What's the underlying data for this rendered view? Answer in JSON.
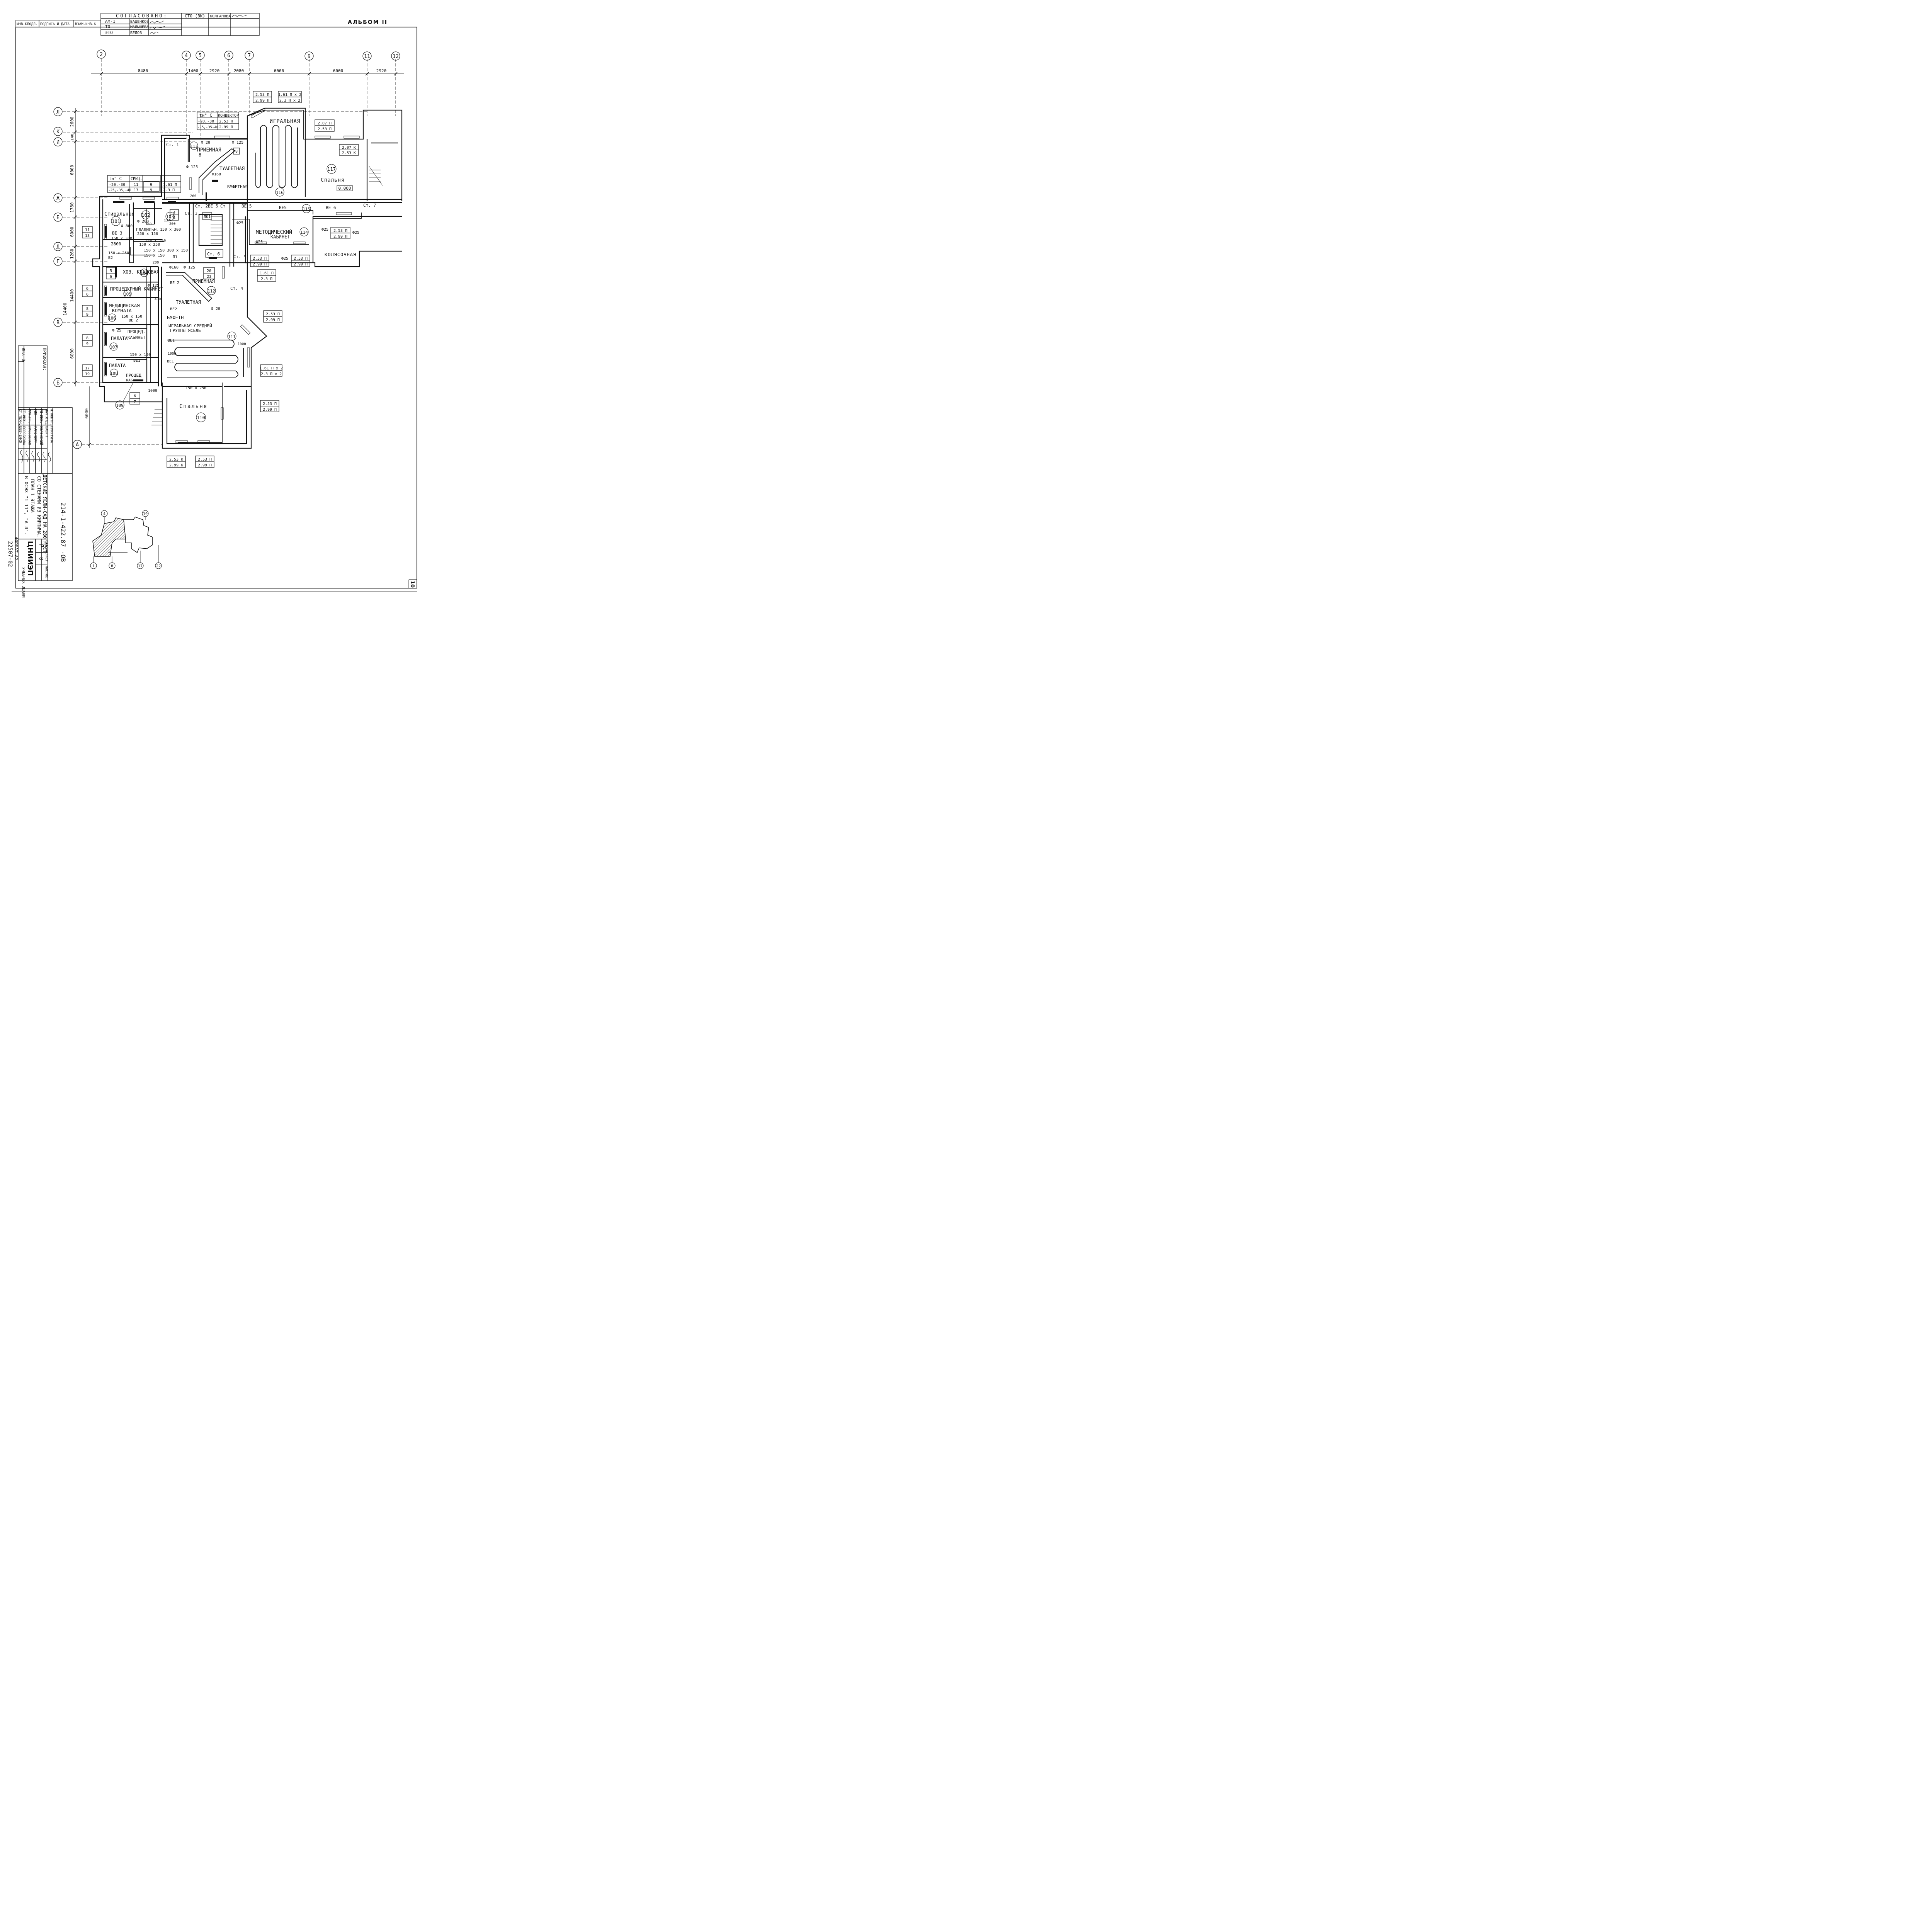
{
  "album": "АЛЬБОМ II",
  "approval": {
    "heading": "СОГЛАСОВАНО:",
    "std": "СТО (ВК)",
    "std_name": "КОЛГАНОВА",
    "rows": [
      {
        "dept": "АМ-1",
        "name": "БАШЕНКОВ"
      },
      {
        "dept": "ТО",
        "name": "МАЛЫШЕВА"
      },
      {
        "dept": "ЭТО",
        "name": "БЕЛОВ"
      }
    ],
    "left_labels": [
      "ИНВ.№ПОДЛ.",
      "ПОДПИСЬ И ДАТА",
      "ВЗАМ.ИНВ.№"
    ]
  },
  "axes_top": [
    "2",
    "4",
    "5",
    "6",
    "7",
    "9",
    "11",
    "12"
  ],
  "dims_top": [
    "8480",
    "1400",
    "2920",
    "2080",
    "6000",
    "6000",
    "2920"
  ],
  "axes_left": [
    "Л",
    "К",
    "И",
    "Ж",
    "Е",
    "Д",
    "Г",
    "В",
    "Б",
    "А"
  ],
  "dims_left": [
    "2600",
    "140",
    "6000",
    "1780",
    "6000",
    "1260",
    "14400",
    "6000",
    "6000"
  ],
  "rooms": {
    "r101": "Стиральная",
    "n101": "101",
    "r102": "102",
    "r103": "103",
    "r104": "ХОЗ. КЛАДОВАЯ",
    "n104": "104",
    "r105": "ПРОЦЕДУРНЫЙ КАБИНЕТ",
    "n105": "105",
    "r106a": "МЕДИЦИНСКАЯ",
    "r106b": "КОМНАТА",
    "n106": "106",
    "r107": "ПАЛАТА",
    "n107": "107",
    "r107b": "ПРОЦЕД.",
    "r107c": "КАБИНЕТ",
    "r108": "ПАЛАТА",
    "n108": "108",
    "r108b": "ПРОЦЕД",
    "r108c": "КАБ.",
    "n109": "109",
    "r110": "Спальня",
    "n110": "110",
    "n111": "111",
    "r112": "ПРИЕМНАЯ",
    "n112": "112",
    "r112b": "ТУАЛЕТНАЯ",
    "r112c": "БУФЕТН",
    "r112d": "ИГРАЛЬНАЯ СРЕДНЕЙ",
    "r112e": "ГРУППЫ ЯСЕЛЬ",
    "r113": "ПРИЕМНАЯ",
    "n113": "113",
    "r113b": "8",
    "r113c": "ТУАЛЕТНАЯ",
    "r113d": "БУФЕТНАЯ",
    "r114a": "МЕТОДИЧЕСКИЙ",
    "r114b": "КАБИНЕТ",
    "n114": "114",
    "n115": "115",
    "n116": "116",
    "r116": "ИГРАЛЬНАЯ",
    "r117": "Спальня",
    "n117": "117",
    "elev": "0.000",
    "r118": "КОЛЯСОЧНАЯ",
    "glad": "ГЛАДИЛЬН.",
    "lk": "ЛК1",
    "st6": "Ст. 6"
  },
  "risers": [
    "Ст. 1",
    "Ст. 2",
    "Ст. 3",
    "Ст. 4",
    "Ст. 5",
    "Ст. 7",
    "Ст"
  ],
  "vents": [
    "ВЕ 3",
    "ВЕ 5",
    "ВЕ 5",
    "ВЕ 6",
    "ВЕ5",
    "ВЕ 2",
    "ВЕ2",
    "ВЕ 2",
    "ВЕ1",
    "ВЕ1",
    "ВЕ1",
    "В2",
    "П1"
  ],
  "ducts": [
    "Ф 20",
    "Ф 125",
    "Ф 125",
    "Ф160",
    "Ф 800",
    "Ф 200",
    "Ф25",
    "Ф25",
    "Ф25",
    "Ф25",
    "Ф25",
    "Ф160",
    "Ф 125",
    "Ф 125",
    "Ф 20",
    "Ф 25",
    "150 х 300",
    "150 х 300",
    "150 х 150",
    "150 х 150",
    "150 х 250",
    "150 х 250",
    "150 х 150",
    "150 х 150",
    "300 х 150",
    "250 х 150",
    "150 х 150",
    "150 х 250",
    "2800",
    "1000",
    "1000",
    "1000",
    "400",
    "200",
    "200",
    "200",
    "760",
    "137"
  ],
  "temp_table": {
    "h1": "tн° С",
    "h2": "КОНВЕКТОР",
    "rows": [
      [
        "-20,-30",
        "2.53 П"
      ],
      [
        "-25,-35-40",
        "2.99 П"
      ]
    ]
  },
  "sect_table": {
    "h1": "tн° С",
    "h2": "СЕКЦ.",
    "rows": [
      [
        "-20,-30",
        "11",
        "9",
        "1.61 П"
      ],
      [
        "-25,-35,-40",
        "13",
        "9",
        "2.3 П"
      ]
    ]
  },
  "heaters": [
    [
      "2.53 П",
      "2.99 П"
    ],
    [
      "1.61 П х 2",
      "2.3 П х 2"
    ],
    [
      "2.07 П",
      "2.53 П"
    ],
    [
      "2.07 К",
      "2.53 К"
    ],
    [
      "2.53 П",
      "2.99 П"
    ],
    [
      "2.53 П",
      "2.99 П"
    ],
    [
      "2.53 П",
      "2.99 П"
    ],
    [
      "1.61 П",
      "2.3 П"
    ],
    [
      "2.53 П",
      "2.99 П"
    ],
    [
      "1.61 П х 2",
      "2.3 П х 2"
    ],
    [
      "2.53 П",
      "2.99 П"
    ],
    [
      "2.53 К",
      "2.99 К"
    ],
    [
      "2.53 П",
      "2.99 П"
    ],
    [
      "11",
      "13"
    ],
    [
      "6",
      "6"
    ],
    [
      "8",
      "9"
    ],
    [
      "8",
      "9"
    ],
    [
      "17",
      "19"
    ],
    [
      "5",
      "6"
    ],
    [
      "6",
      "7"
    ],
    [
      "20",
      "23"
    ],
    [
      "4",
      "4"
    ],
    [
      "8",
      "8"
    ]
  ],
  "stamp": {
    "binding": "ПРИВЯЗАН:",
    "inv": "ИНВ. №",
    "roles": [
      "Н.КОНТР.",
      "НАЧ.ОТД.",
      "ГЛ.ИНЖ.",
      "ГИП",
      "РУК.ГР.",
      "СТ.ИНЖ.",
      "СТ.ТЕХН."
    ],
    "names": [
      "НИКИТИНА",
      "БАБИН",
      "ЖЕЛВИСКИЙ",
      "РАПОПОРТ",
      "ЛИСОВСКАЯ",
      "ПОРОБКОВА",
      "ШЕВЧЕНКО"
    ],
    "title_lines": [
      "ДЕТСКИЕ ЯСЛИ-САД НА 280 МЕСТ",
      "СО СТЕНАМИ ИЗ КИРПИЧА."
    ],
    "sheet_lines": [
      "ПЛАН 1 ЭТАЖА",
      "В ОСЯХ \"1-11\", \"А-Л\"."
    ],
    "code": "214-1-422.87 -ОВ",
    "stage_h": "СТАДИЯ",
    "sheet_h": "ЛИСТ",
    "sheets_h": "ЛИСТОВ",
    "stage": "Р",
    "sheet": "8",
    "org": "ЦНИИЭП",
    "org2": "УЧЕБНЫХ ЗДАНИЙ",
    "format": "ФОРМАТ А2",
    "num": "22507-02",
    "page": "10"
  },
  "keyplan": [
    "4",
    "19",
    "1",
    "8",
    "17",
    "22"
  ]
}
